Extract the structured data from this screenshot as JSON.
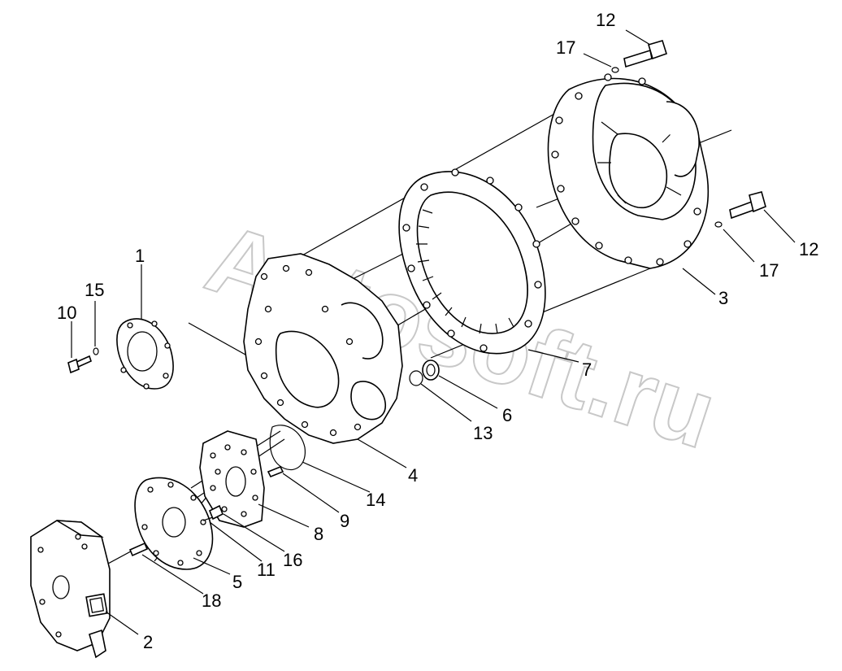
{
  "watermark": "Autosoft.ru",
  "callouts": [
    {
      "id": "c12a",
      "text": "12"
    },
    {
      "id": "c17a",
      "text": "17"
    },
    {
      "id": "c12b",
      "text": "12"
    },
    {
      "id": "c17b",
      "text": "17"
    },
    {
      "id": "c3",
      "text": "3"
    },
    {
      "id": "c1",
      "text": "1"
    },
    {
      "id": "c15",
      "text": "15"
    },
    {
      "id": "c10",
      "text": "10"
    },
    {
      "id": "c7",
      "text": "7"
    },
    {
      "id": "c6",
      "text": "6"
    },
    {
      "id": "c13",
      "text": "13"
    },
    {
      "id": "c4",
      "text": "4"
    },
    {
      "id": "c14",
      "text": "14"
    },
    {
      "id": "c9",
      "text": "9"
    },
    {
      "id": "c8",
      "text": "8"
    },
    {
      "id": "c16",
      "text": "16"
    },
    {
      "id": "c11",
      "text": "11"
    },
    {
      "id": "c5",
      "text": "5"
    },
    {
      "id": "c18",
      "text": "18"
    },
    {
      "id": "c2",
      "text": "2"
    }
  ]
}
